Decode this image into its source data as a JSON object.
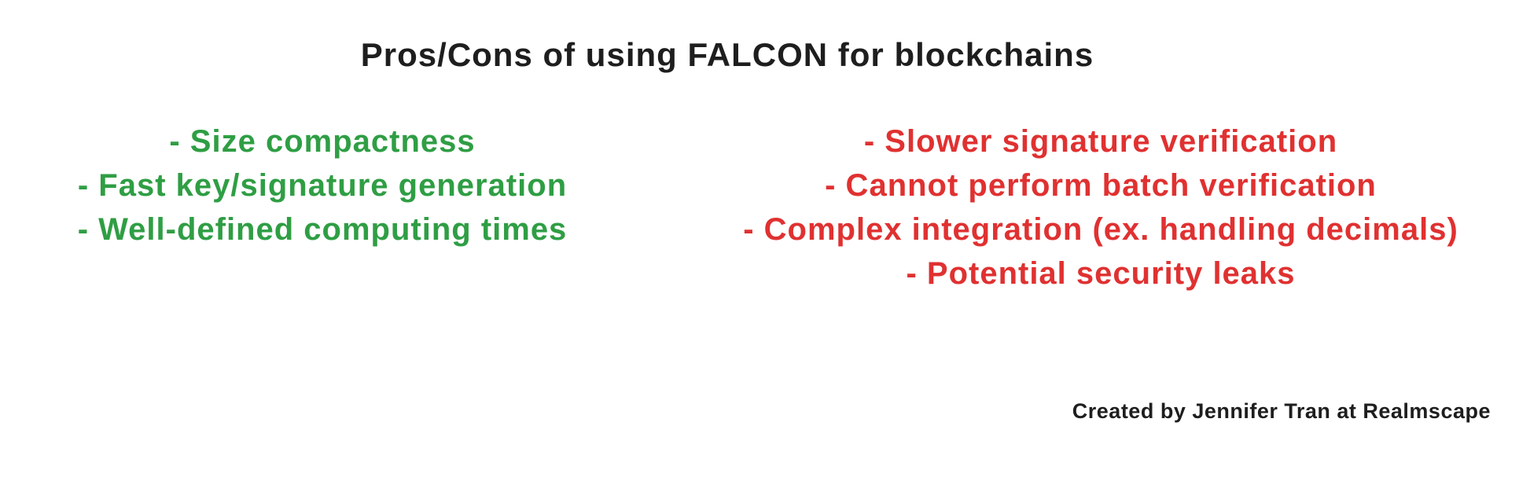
{
  "title": "Pros/Cons of using FALCON for blockchains",
  "pros": {
    "color": "#2f9e44",
    "items": [
      "- Size compactness",
      "- Fast key/signature generation",
      "- Well-defined computing times"
    ]
  },
  "cons": {
    "color": "#e03131",
    "items": [
      "- Slower signature verification",
      "- Cannot perform batch verification",
      "- Complex integration (ex. handling decimals)",
      "- Potential security leaks"
    ]
  },
  "credit": "Created by Jennifer Tran at Realmscape",
  "colors": {
    "ink": "#1e1e1e",
    "background": "#ffffff"
  }
}
